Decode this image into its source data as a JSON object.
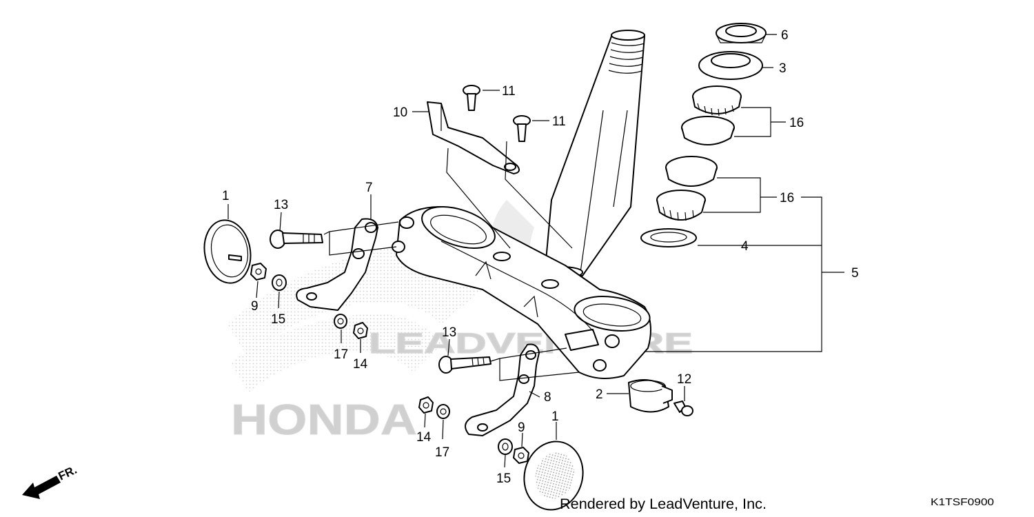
{
  "diagram": {
    "code": "K1TSF0900",
    "credit": "Rendered by LeadVenture, Inc.",
    "direction_label": "FR.",
    "watermark": {
      "brand": "HONDA",
      "dealer": "LEADVENTURE"
    },
    "callouts": [
      {
        "id": "c1a",
        "label": "1"
      },
      {
        "id": "c1b",
        "label": "1"
      },
      {
        "id": "c2",
        "label": "2"
      },
      {
        "id": "c3",
        "label": "3"
      },
      {
        "id": "c4",
        "label": "4"
      },
      {
        "id": "c5",
        "label": "5"
      },
      {
        "id": "c6",
        "label": "6"
      },
      {
        "id": "c7",
        "label": "7"
      },
      {
        "id": "c8",
        "label": "8"
      },
      {
        "id": "c9a",
        "label": "9"
      },
      {
        "id": "c9b",
        "label": "9"
      },
      {
        "id": "c10",
        "label": "10"
      },
      {
        "id": "c11a",
        "label": "11"
      },
      {
        "id": "c11b",
        "label": "11"
      },
      {
        "id": "c12",
        "label": "12"
      },
      {
        "id": "c13a",
        "label": "13"
      },
      {
        "id": "c13b",
        "label": "13"
      },
      {
        "id": "c14a",
        "label": "14"
      },
      {
        "id": "c14b",
        "label": "14"
      },
      {
        "id": "c15a",
        "label": "15"
      },
      {
        "id": "c15b",
        "label": "15"
      },
      {
        "id": "c16a",
        "label": "16"
      },
      {
        "id": "c16b",
        "label": "16"
      },
      {
        "id": "c17a",
        "label": "17"
      },
      {
        "id": "c17b",
        "label": "17"
      }
    ]
  }
}
